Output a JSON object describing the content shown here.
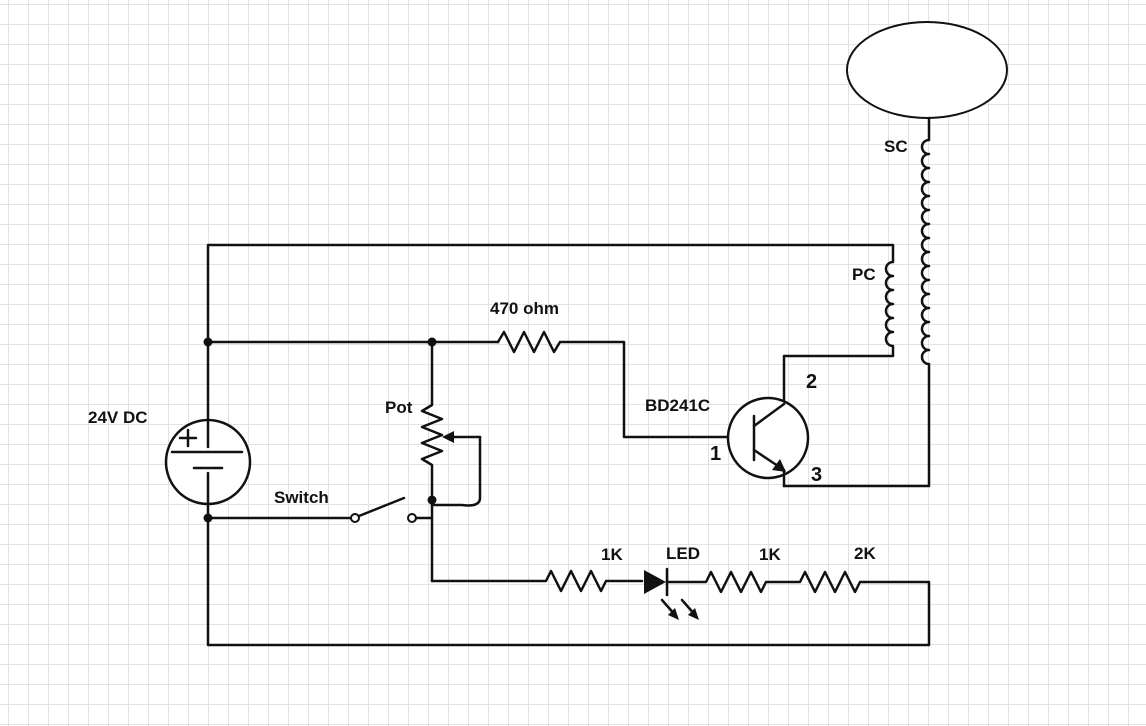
{
  "labels": {
    "supply": "24V DC",
    "switch": "Switch",
    "pot": "Pot",
    "r470": "470 ohm",
    "transistor": "BD241C",
    "pin1": "1",
    "pin2": "2",
    "pin3": "3",
    "primary": "PC",
    "secondary": "SC",
    "r1k_a": "1K",
    "led": "LED",
    "r1k_b": "1K",
    "r2k": "2K"
  },
  "colors": {
    "wire": "#111111",
    "grid": "#e2e2e2",
    "background": "#ffffff"
  }
}
